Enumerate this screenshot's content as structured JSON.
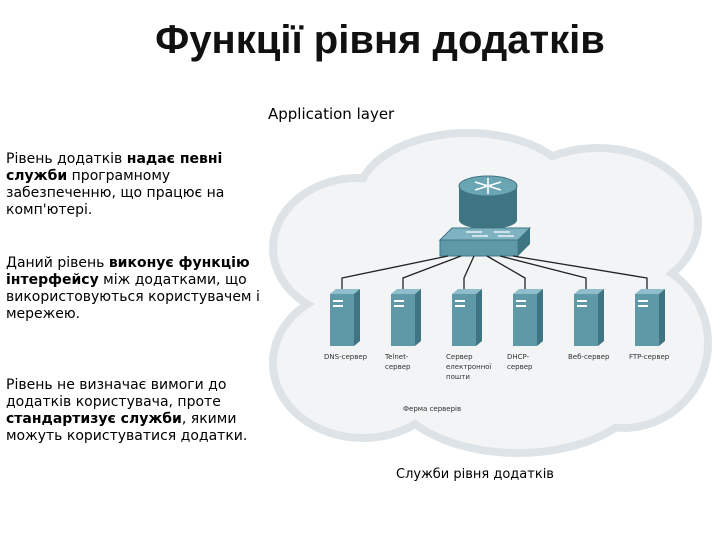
{
  "title": "Функції рівня додатків",
  "subtitle": "Application layer",
  "paragraphs": [
    [
      {
        "t": "Рівень додатків ",
        "b": false
      },
      {
        "t": "надає певні служби",
        "b": true
      },
      {
        "t": " програмному забезпеченню, що працює на комп'ютері.",
        "b": false
      }
    ],
    [
      {
        "t": "Даний рівень ",
        "b": false
      },
      {
        "t": "виконує функцію інтерфейсу",
        "b": true
      },
      {
        "t": " між додатками, що використовуються користувачем і мережею.",
        "b": false
      }
    ],
    [
      {
        "t": "Рівень не визначає вимоги до додатків користувача, проте ",
        "b": false
      },
      {
        "t": "стандартизує служби",
        "b": true
      },
      {
        "t": ", якими можуть користуватися додатки.",
        "b": false
      }
    ]
  ],
  "servers": [
    [
      "DNS-сервер"
    ],
    [
      "Telnet-",
      "сервер"
    ],
    [
      "Сервер",
      "електронної",
      "пошти"
    ],
    [
      "DHCP-",
      "сервер"
    ],
    [
      "Веб-сервер"
    ],
    [
      "FTP-сервер"
    ]
  ],
  "server_farm_label": "Ферма серверів",
  "caption": "Служби рівня додатків",
  "colors": {
    "cloud_fill": "#f2f4f5",
    "cloud_stroke": "#dde3e7",
    "device": "#5f99a8",
    "device_dark": "#3f7482",
    "line": "#222222"
  }
}
